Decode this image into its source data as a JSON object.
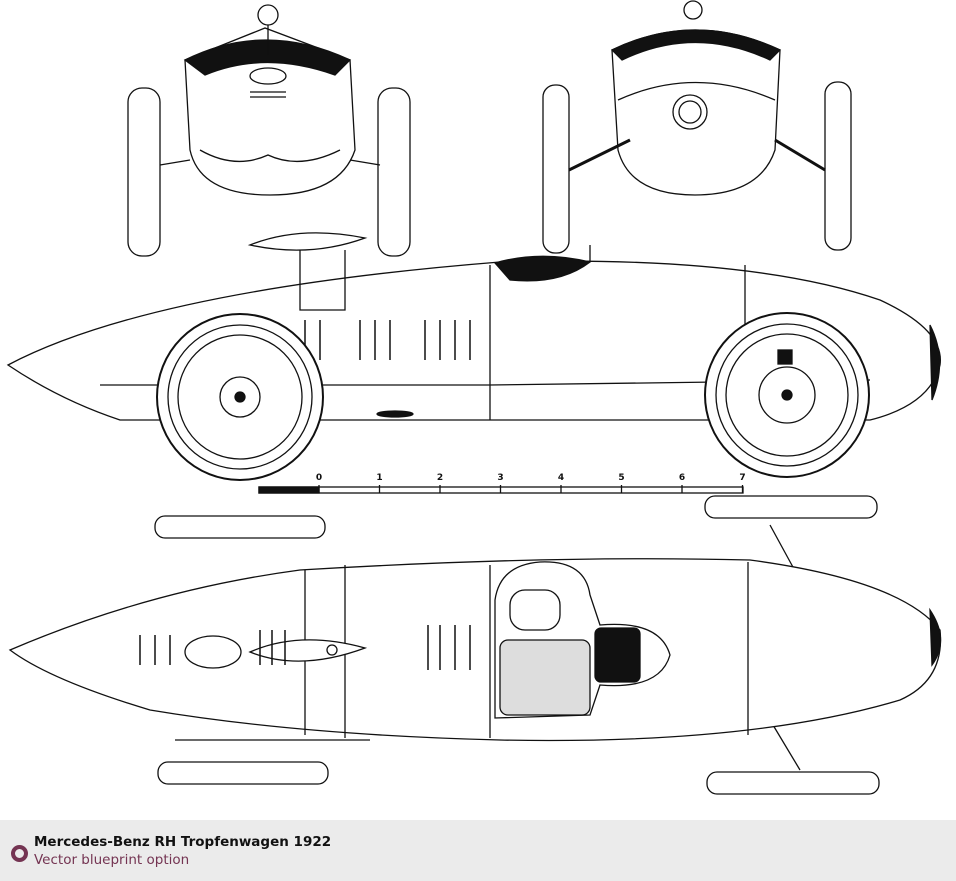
{
  "caption": {
    "title": "Mercedes-Benz RH Tropfenwagen 1922",
    "subtitle": "Vector blueprint option",
    "icon": "circle-bullet-icon",
    "accent": "#743452"
  },
  "scale": {
    "labels": [
      "0",
      "1",
      "2",
      "3",
      "4",
      "5",
      "6",
      "7"
    ]
  }
}
